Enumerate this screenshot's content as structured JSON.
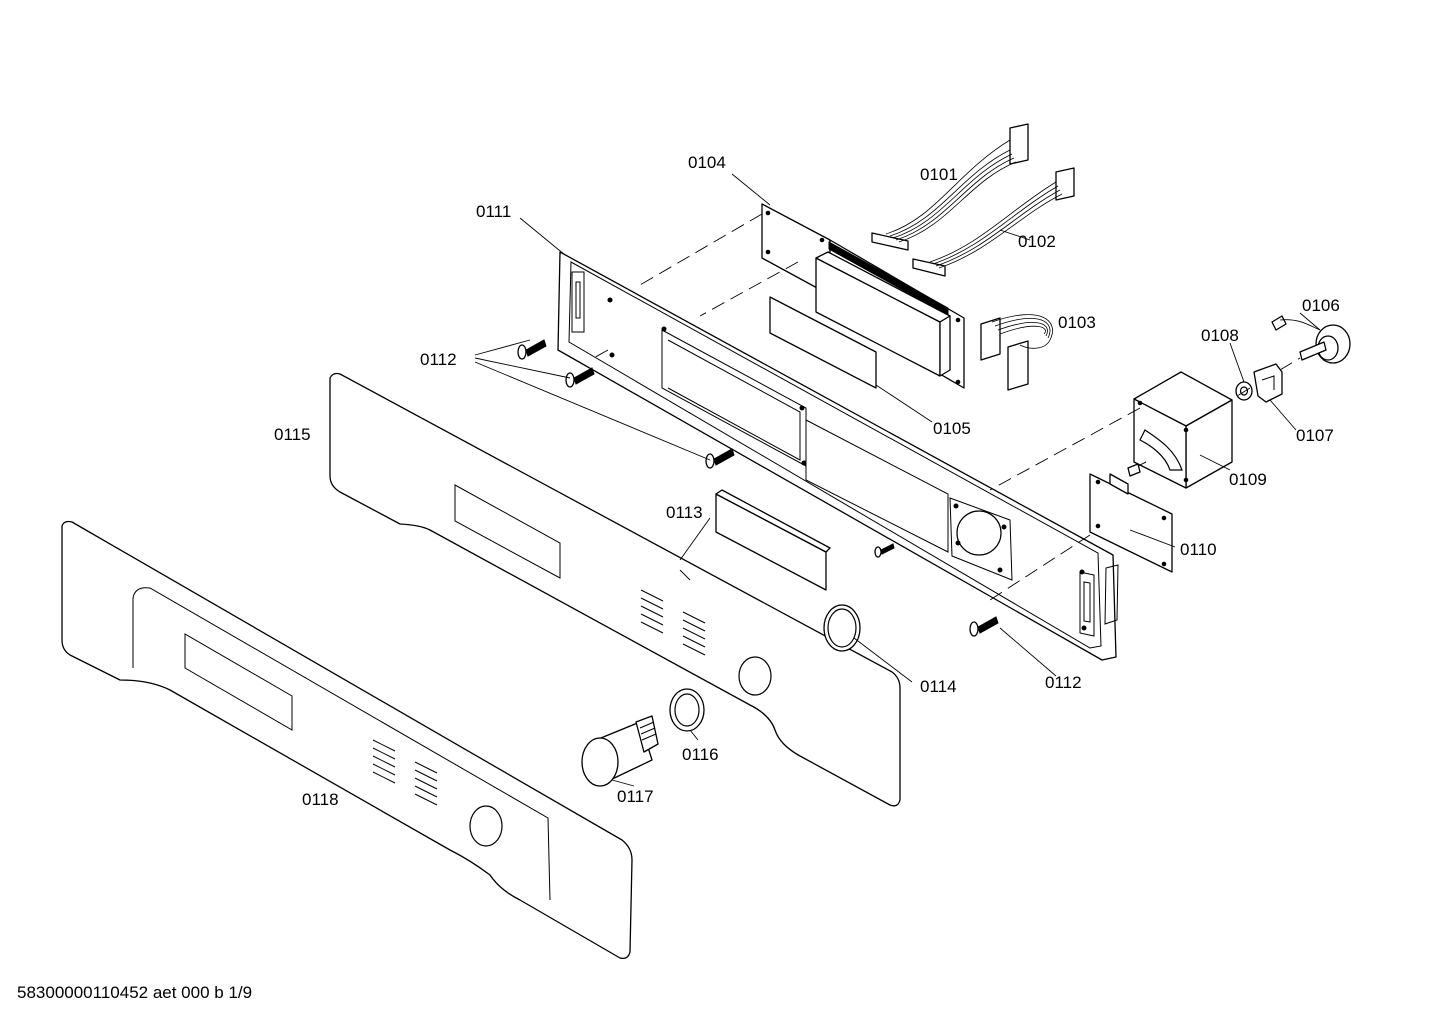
{
  "labels": {
    "p0101": "0101",
    "p0102": "0102",
    "p0103": "0103",
    "p0104": "0104",
    "p0105": "0105",
    "p0106": "0106",
    "p0107": "0107",
    "p0108": "0108",
    "p0109": "0109",
    "p0110": "0110",
    "p0111": "0111",
    "p0112_left": "0112",
    "p0112_right": "0112",
    "p0113": "0113",
    "p0114": "0114",
    "p0115": "0115",
    "p0116": "0116",
    "p0117": "0117",
    "p0118": "0118"
  },
  "footer": {
    "document_id": "58300000110452 aet 000 b 1/9"
  }
}
